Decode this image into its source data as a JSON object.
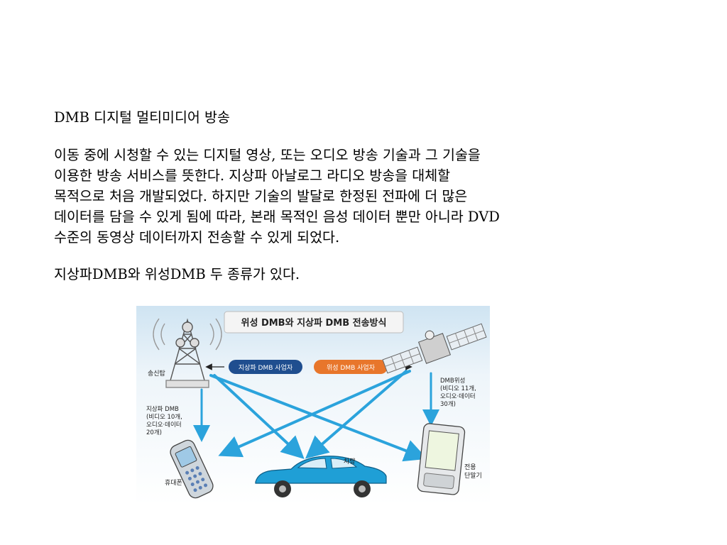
{
  "doc": {
    "title": "DMB 디지털 멀티미디어 방송",
    "paragraph_lines": [
      "이동 중에 시청할 수 있는 디지털 영상, 또는 오디오 방송 기술과 그 기술을",
      "이용한 방송 서비스를 뜻한다. 지상파 아날로그 라디오 방송을 대체할",
      "목적으로 처음 개발되었다. 하지만 기술의 발달로 한정된 전파에 더 많은",
      "데이터를 담을 수 있게 됨에 따라, 본래 목적인 음성 데이터 뿐만 아니라 DVD",
      "수준의 동영상 데이터까지 전송할 수 있게 되었다."
    ],
    "paragraph2": "지상파DMB와 위성DMB 두 종류가 있다."
  },
  "figure": {
    "title": "위성 DMB와 지상파 DMB 전송방식",
    "terrestrial_operator": "지상파 DMB 사업자",
    "satellite_operator": "위성 DMB 사업자",
    "tower_label": "송신탑",
    "terrestrial_info": [
      "지상파 DMB",
      "(비디오 10개,",
      "오디오·데이터",
      "20개)"
    ],
    "satellite_info": [
      "DMB위성",
      "(비디오 11개,",
      "오디오·데이터",
      "30개)"
    ],
    "car_label": "차량",
    "phone_label": "휴대폰",
    "terminal_label": [
      "전용",
      "단말기"
    ],
    "colors": {
      "terrestrial_badge": "#1f4e8f",
      "satellite_badge": "#e8762b",
      "beam": "#2ba3dc",
      "car": "#1f9fd6"
    }
  }
}
